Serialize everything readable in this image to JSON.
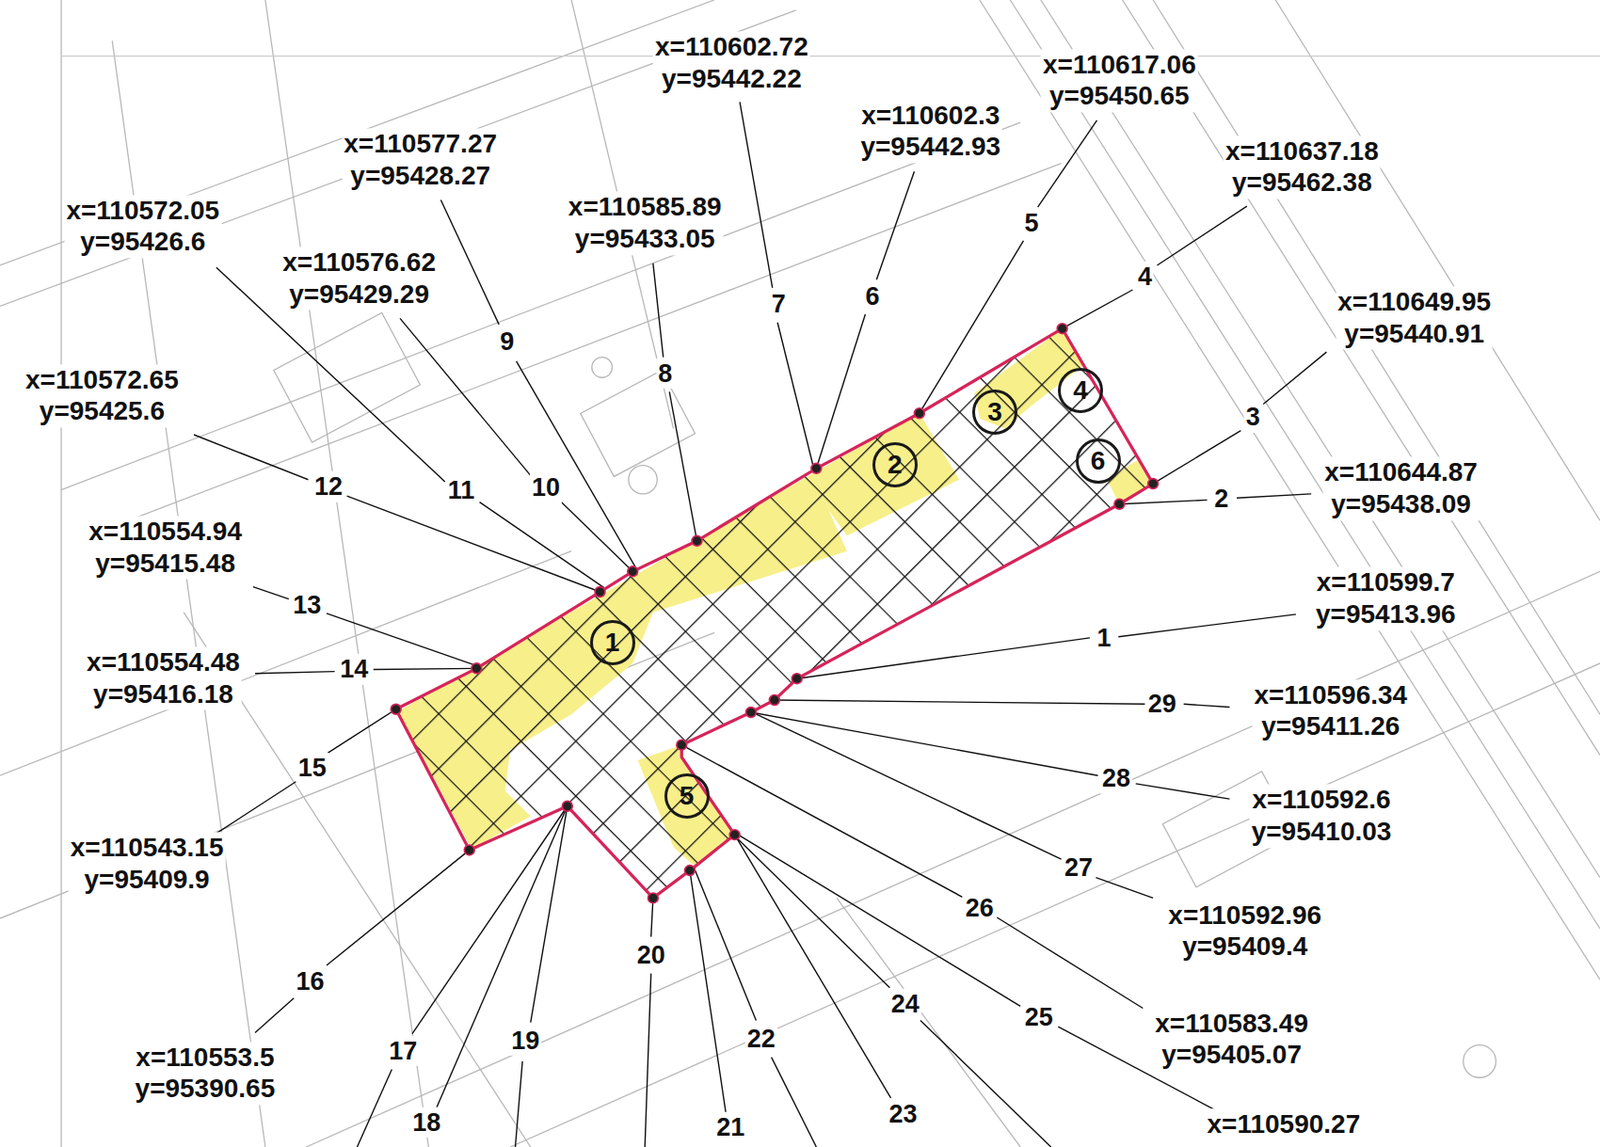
{
  "diagram": {
    "nodes": [
      {
        "text": [
          "1"
        ]
      },
      {
        "text": [
          "2"
        ]
      },
      {
        "text": [
          "3"
        ]
      },
      {
        "text": [
          "4"
        ]
      },
      {
        "text": [
          "5"
        ]
      },
      {
        "text": [
          "6"
        ]
      }
    ],
    "labels": [
      "x=110602.72 y=95442.22",
      "x=110617.06 y=95450.65",
      "x=110602.3 y=95442.93",
      "x=110637.18 y=95462.38",
      "x=110577.27 y=95428.27",
      "x=110572.05 y=95426.6",
      "x=110585.89 y=95433.05",
      "x=110576.62 y=95429.29",
      "x=110649.95 y=95440.91",
      "x=110572.65 y=95425.6",
      "x=110644.87 y=95438.09",
      "x=110554.94 y=95415.48",
      "x=110599.7 y=95413.96",
      "x=110554.48 y=95416.18",
      "x=110596.34 y=95411.26",
      "x=110592.6 y=95410.03",
      "x=110543.15 y=95409.9",
      "x=110592.96 y=95409.4",
      "x=110583.49 y=95405.07",
      "x=110553.5 y=95390.65",
      "x=110590.27",
      "1",
      "2",
      "3",
      "4",
      "5",
      "6",
      "7",
      "8",
      "9",
      "10",
      "11",
      "12",
      "13",
      "14",
      "15",
      "16",
      "17",
      "18",
      "19",
      "20",
      "21",
      "22",
      "23",
      "24",
      "25",
      "26",
      "27",
      "28",
      "29"
    ]
  }
}
